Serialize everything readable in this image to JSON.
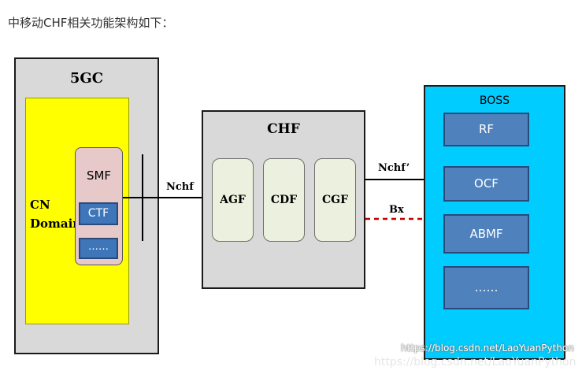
{
  "heading": "中移动CHF相关功能架构如下：",
  "fivegc": {
    "title": "5GC",
    "cn_domain_line1": "CN",
    "cn_domain_line2": "Domain",
    "smf": "SMF",
    "ctf": "CTF",
    "more": "……"
  },
  "interfaces": {
    "nchf_left": "Nchf",
    "nchf_right": "Nchf’",
    "bx": "Bx"
  },
  "chf": {
    "title": "CHF",
    "modules": [
      "AGF",
      "CDF",
      "CGF"
    ]
  },
  "boss": {
    "title": "BOSS",
    "items": [
      "RF",
      "OCF",
      "ABMF",
      "……"
    ]
  },
  "watermark": "https://blog.csdn.net/LaoYuanPython",
  "colors": {
    "cn_domain": "#ffff00",
    "smf": "#e8c9c9",
    "blue_item": "#4f81bd",
    "boss": "#00ccff",
    "chf_module": "#ebf1de",
    "container_gray": "#d9d9d9",
    "bx_line": "#c00000"
  }
}
